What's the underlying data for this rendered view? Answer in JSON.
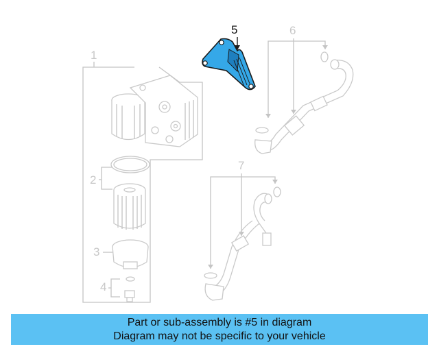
{
  "diagram": {
    "callouts": {
      "c1": "1",
      "c2": "2",
      "c3": "3",
      "c4": "4",
      "c5": "5",
      "c6": "6",
      "c7": "7"
    },
    "highlighted_part": "5",
    "colors": {
      "highlight_fill": "#35a8e8",
      "outline": "#1a1a1a",
      "inactive_line": "#c4c4c4",
      "banner_bg": "#5bc1f3"
    }
  },
  "banner": {
    "line1": "Part or sub-assembly is #5 in diagram",
    "line2": "Diagram may not be specific to your vehicle"
  }
}
